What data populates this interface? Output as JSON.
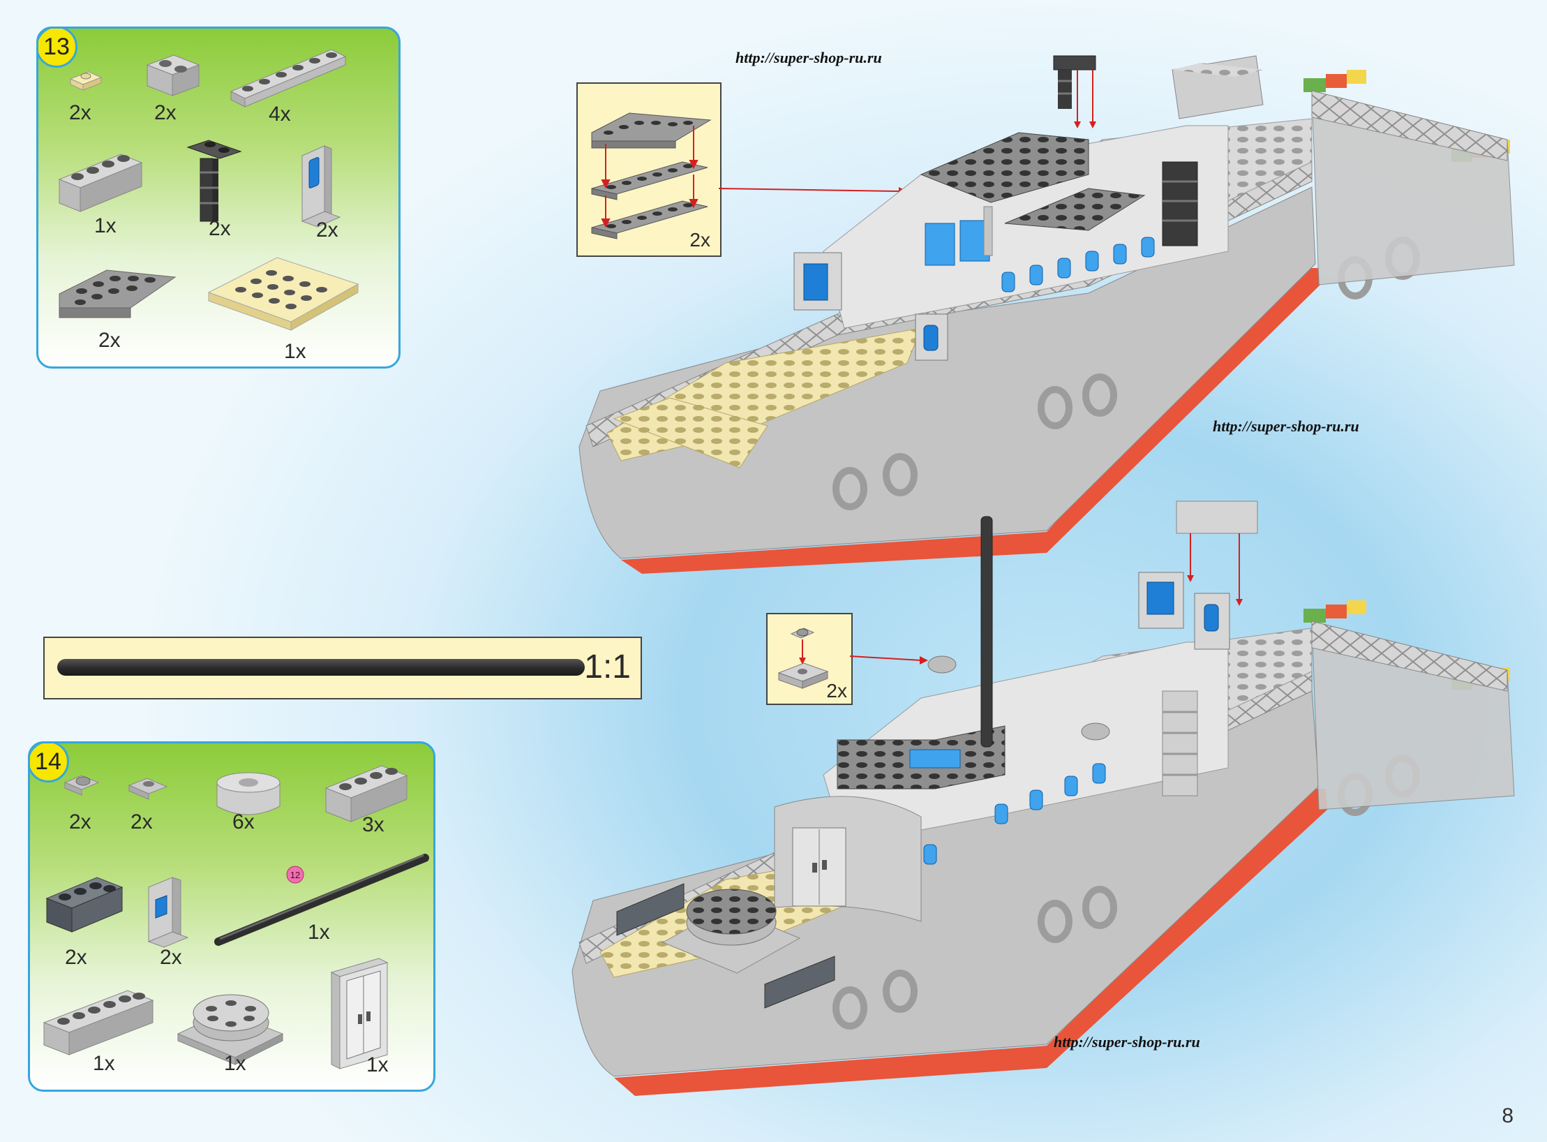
{
  "step13": {
    "number": "13",
    "quantities": [
      "2x",
      "2x",
      "4x",
      "1x",
      "2x",
      "2x",
      "2x",
      "1x"
    ]
  },
  "step14": {
    "number": "14",
    "quantities": [
      "2x",
      "2x",
      "6x",
      "3x",
      "2x",
      "2x",
      "1x",
      "1x",
      "1x",
      "1x"
    ],
    "part_marker": "12"
  },
  "scale_label": "1:1",
  "callouts": {
    "upper_qty": "2x",
    "lower_qty": "2x"
  },
  "watermarks": [
    "http://super-shop-ru.ru",
    "http://super-shop-ru.ru",
    "http://super-shop-ru.ru"
  ],
  "page_number": "8",
  "colors": {
    "panel_border": "#36a6dc",
    "step_badge": "#f6e600",
    "callout_bg": "#fdf5c4",
    "hull_stripe": "#e8553a",
    "brick_grey": "#c8c8c8",
    "brick_dark": "#444444",
    "deck_tan": "#f2e7b0",
    "window_blue": "#1f7fd6",
    "arrow_red": "#d42020"
  }
}
